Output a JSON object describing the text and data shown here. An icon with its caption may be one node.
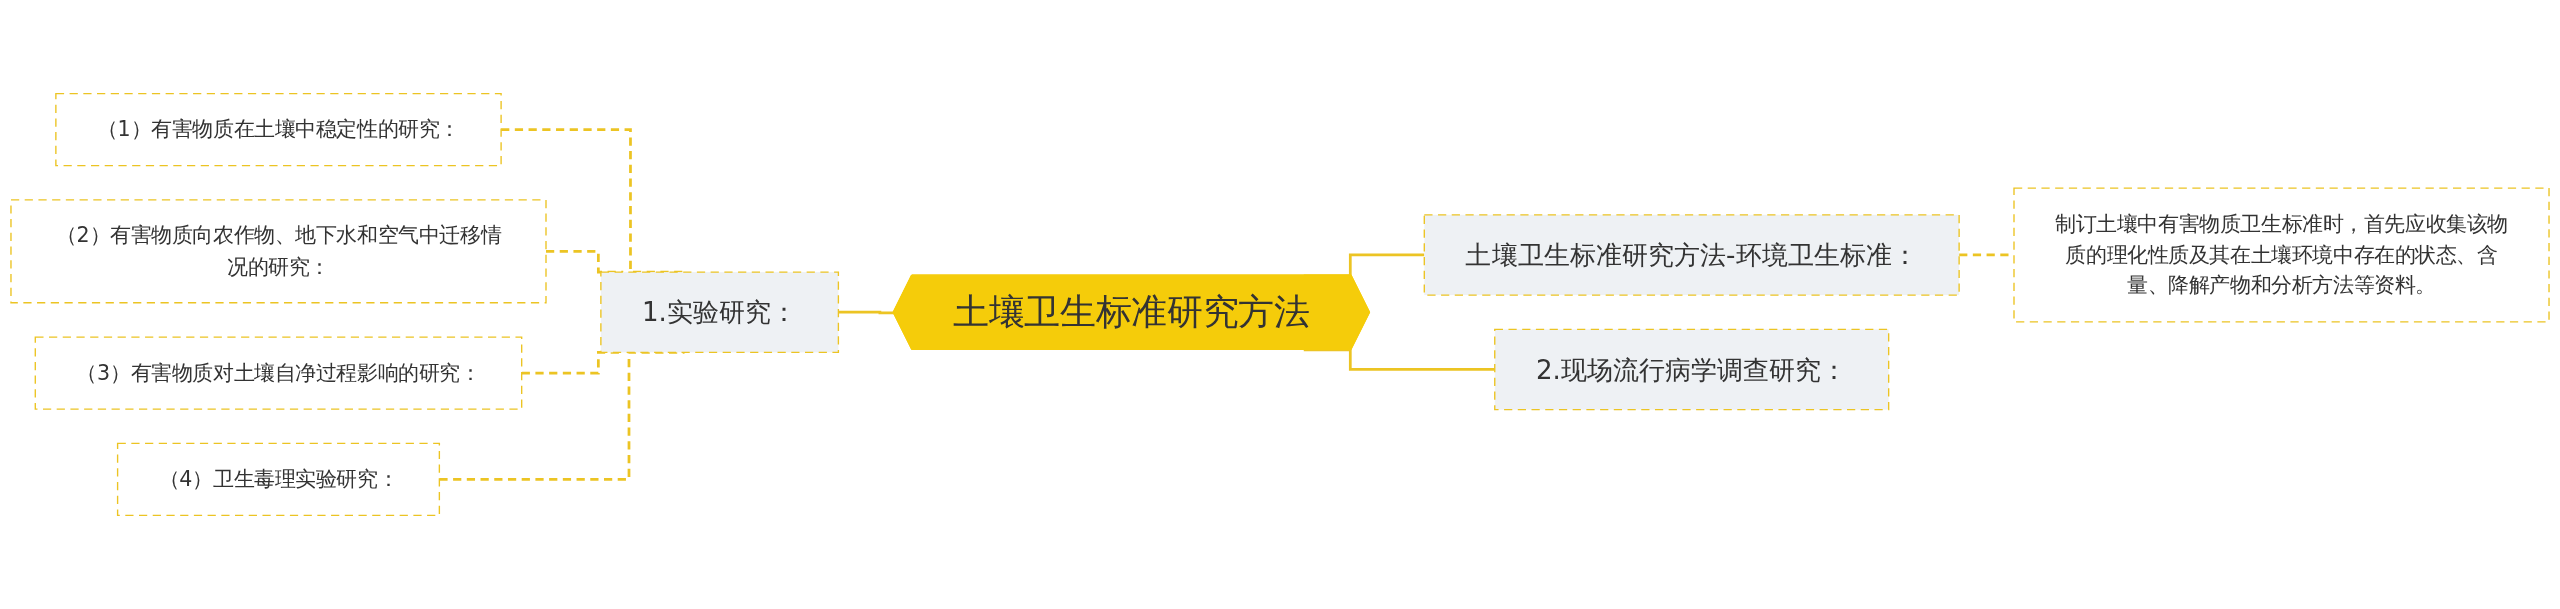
{
  "diagram": {
    "nodes": [
      {
        "text": [
          "土壤卫生标准研究方法"
        ]
      },
      {
        "text": [
          "1.实验研究："
        ]
      },
      {
        "text": [
          "（1）有害物质在土壤中稳定性的研究："
        ]
      },
      {
        "text": [
          "（2）有害物质向农作物、地下水和空气中迁移情况的研究："
        ]
      },
      {
        "text": [
          "（3）有害物质对土壤自净过程影响的研究："
        ]
      },
      {
        "text": [
          "（4）卫生毒理实验研究："
        ]
      },
      {
        "text": [
          "土壤卫生标准研究方法-环境卫生标准："
        ]
      },
      {
        "text": [
          "制订土壤中有害物质卫生标准时，首先应收集该物质的理化性质及其在土壤环境中存在的状态、含量、降解产物和分析方法等资料。"
        ]
      },
      {
        "text": [
          "2.现场流行病学调查研究："
        ]
      }
    ],
    "edges": [
      {
        "from": 1,
        "to": 0,
        "arrow": "none"
      },
      {
        "from": 2,
        "to": 1,
        "arrow": "none",
        "style": "dashed"
      },
      {
        "from": 3,
        "to": 1,
        "arrow": "none",
        "style": "dashed"
      },
      {
        "from": 4,
        "to": 1,
        "arrow": "none",
        "style": "dashed"
      },
      {
        "from": 5,
        "to": 1,
        "arrow": "none",
        "style": "dashed"
      },
      {
        "from": 0,
        "to": 6,
        "arrow": "none"
      },
      {
        "from": 6,
        "to": 7,
        "arrow": "none",
        "style": "dashed"
      },
      {
        "from": 0,
        "to": 8,
        "arrow": "none"
      }
    ]
  }
}
